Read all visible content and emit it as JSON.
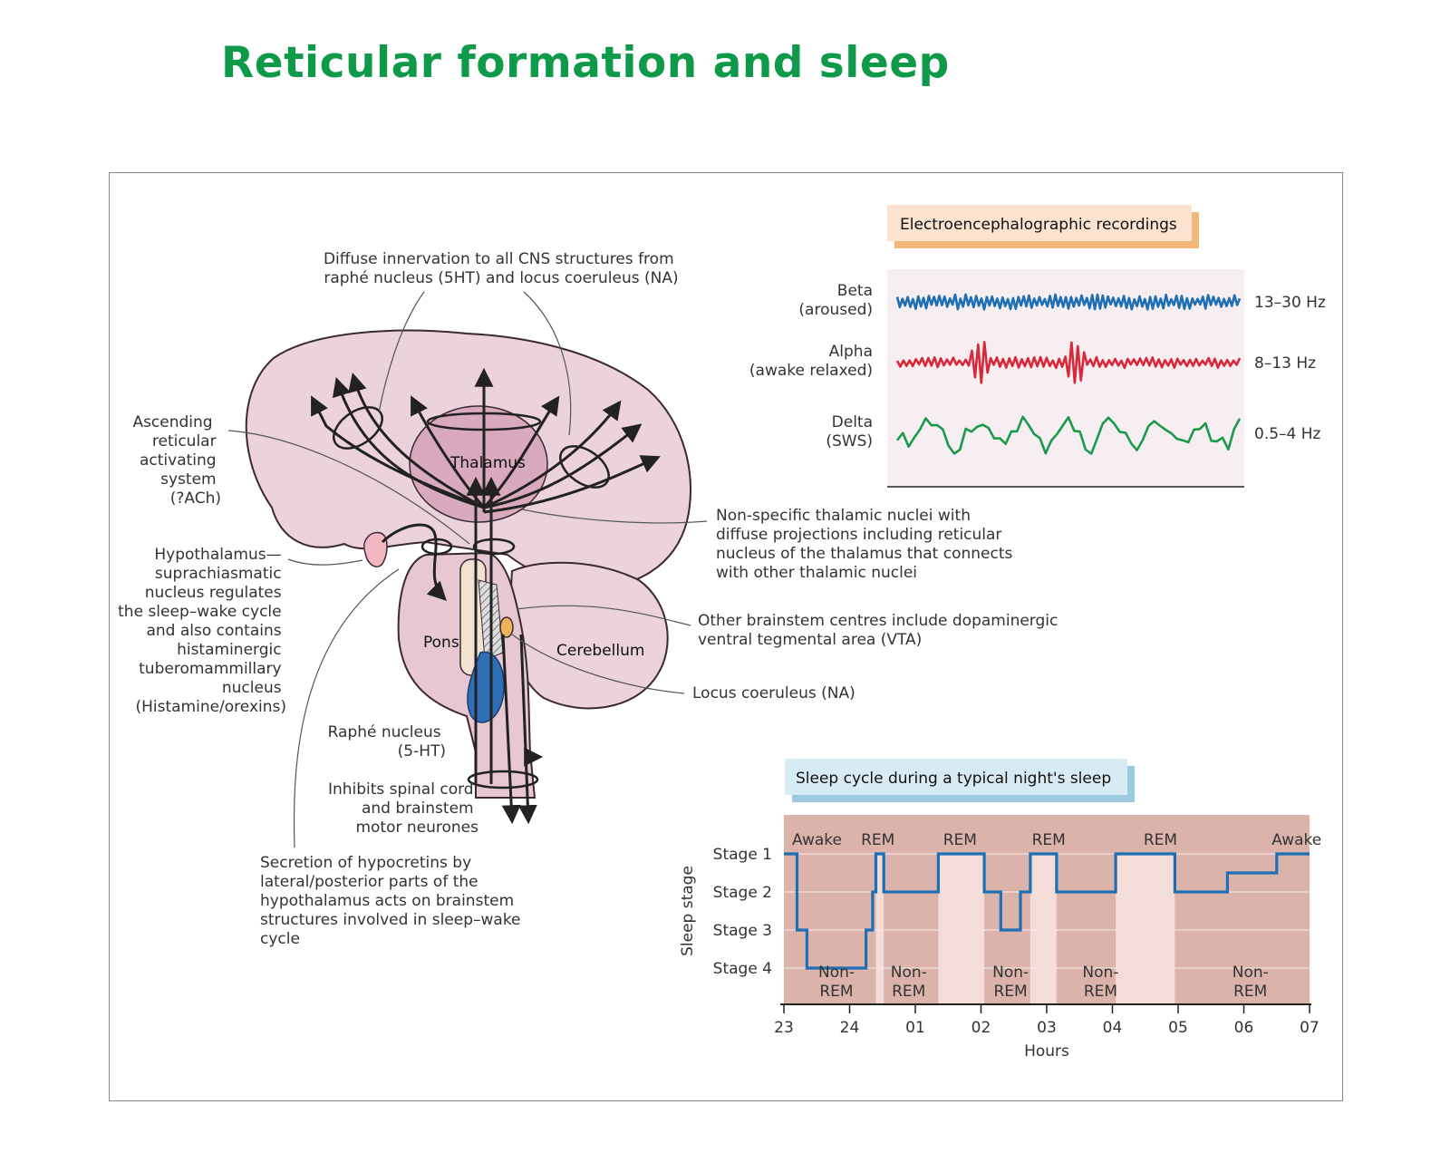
{
  "title": "Reticular formation and sleep",
  "colors": {
    "title": "#0f9a4a",
    "brain_fill": "#ecd2dc",
    "brain_stroke": "#3a2a30",
    "pons_fill": "#f1e2d2",
    "raphe_fill": "#2f6fb8",
    "locus_fill": "#f2b45a",
    "hypothalamus_fill": "#f2b7c3",
    "eeg_bg": "#f6eef1",
    "beta": "#1e6fb4",
    "alpha": "#d8283a",
    "delta": "#1a9a4a",
    "eeg_header_bg": "#fbe3cf",
    "eeg_header_shadow": "#f4b779",
    "sleep_header_bg": "#d7ebf4",
    "sleep_header_shadow": "#9ccbe0",
    "sleep_bg": "#dcb3ab",
    "rem_band": "#f4dcd8",
    "hypnogram": "#1e6fb4"
  },
  "brain": {
    "labels": {
      "thalamus": "Thalamus",
      "pons": "Pons",
      "cerebellum": "Cerebellum"
    },
    "annotations": {
      "diffuse": [
        "Diffuse innervation to all CNS structures from",
        "raphé nucleus (5HT) and locus coeruleus (NA)"
      ],
      "aras": [
        "Ascending",
        "reticular",
        "activating",
        "system",
        "(?ACh)"
      ],
      "hypothalamus": [
        "Hypothalamus—",
        "suprachiasmatic",
        "nucleus regulates",
        "the sleep–wake cycle",
        "and also contains",
        "histaminergic",
        "tuberomammillary",
        "nucleus",
        "(Histamine/orexins)"
      ],
      "nonspecific": [
        "Non-specific thalamic nuclei with",
        "diffuse projections including reticular",
        "nucleus of the thalamus that connects",
        "with other thalamic nuclei"
      ],
      "other_brainstem": [
        "Other brainstem centres include dopaminergic",
        "ventral tegmental area (VTA)"
      ],
      "locus": [
        "Locus coeruleus (NA)"
      ],
      "raphe": [
        "Raphé nucleus",
        "(5-HT)"
      ],
      "inhibits": [
        "Inhibits spinal cord",
        "and brainstem",
        "motor neurones"
      ],
      "hypocretins": [
        "Secretion of hypocretins by",
        "lateral/posterior parts of the",
        "hypothalamus acts on brainstem",
        "structures involved in sleep–wake",
        "cycle"
      ]
    }
  },
  "eeg": {
    "header": "Electroencephalographic recordings",
    "traces": [
      {
        "name": "Beta",
        "state": "(aroused)",
        "freq": "13–30 Hz",
        "color": "#1e6fb4"
      },
      {
        "name": "Alpha",
        "state": "(awake relaxed)",
        "freq": "8–13 Hz",
        "color": "#d8283a"
      },
      {
        "name": "Delta",
        "state": "(SWS)",
        "freq": "0.5–4 Hz",
        "color": "#1a9a4a"
      }
    ]
  },
  "chart_data": {
    "type": "line",
    "title": "Sleep cycle during a typical night's sleep",
    "xlabel": "Hours",
    "ylabel": "Sleep stage",
    "x_ticks": [
      "23",
      "24",
      "01",
      "02",
      "03",
      "04",
      "05",
      "06",
      "07"
    ],
    "y_ticks": [
      "Stage 1",
      "Stage 2",
      "Stage 3",
      "Stage 4"
    ],
    "x_range_hours": [
      0,
      8
    ],
    "y_range_stage": [
      1,
      4
    ],
    "series": [
      {
        "values_note_units": "x = hours after 23:00, y = stage (0 = awake, 1–4 = sleep stages)",
        "points": [
          [
            0,
            1
          ],
          [
            0.2,
            1
          ],
          [
            0.2,
            3
          ],
          [
            0.35,
            3
          ],
          [
            0.35,
            4
          ],
          [
            1.25,
            4
          ],
          [
            1.25,
            3
          ],
          [
            1.35,
            3
          ],
          [
            1.35,
            2
          ],
          [
            1.4,
            2
          ],
          [
            1.4,
            1
          ],
          [
            1.52,
            1
          ],
          [
            1.52,
            2
          ],
          [
            2.35,
            2
          ],
          [
            2.35,
            1
          ],
          [
            3.05,
            1
          ],
          [
            3.05,
            2
          ],
          [
            3.3,
            2
          ],
          [
            3.3,
            3
          ],
          [
            3.6,
            3
          ],
          [
            3.6,
            2
          ],
          [
            3.75,
            2
          ],
          [
            3.75,
            1
          ],
          [
            4.15,
            1
          ],
          [
            4.15,
            2
          ],
          [
            5.05,
            2
          ],
          [
            5.05,
            1
          ],
          [
            5.95,
            1
          ],
          [
            5.95,
            2
          ],
          [
            6.75,
            2
          ],
          [
            6.75,
            1.5
          ],
          [
            7.5,
            1.5
          ],
          [
            7.5,
            1
          ],
          [
            8,
            1
          ]
        ]
      }
    ],
    "stage_labels": [
      {
        "text": "Awake",
        "x": 0.4
      },
      {
        "text": "REM",
        "x": 1.45
      },
      {
        "text": "REM",
        "x": 2.7
      },
      {
        "text": "REM",
        "x": 4.05
      },
      {
        "text": "REM",
        "x": 5.75
      },
      {
        "text": "Awake",
        "x": 7.7
      }
    ],
    "rem_bands": [
      [
        1.4,
        1.52
      ],
      [
        2.35,
        3.05
      ],
      [
        3.75,
        4.15
      ],
      [
        5.05,
        5.95
      ]
    ],
    "nonrem_labels": [
      {
        "line1": "Non-",
        "line2": "REM",
        "x": 0.8
      },
      {
        "line1": "Non-",
        "line2": "REM",
        "x": 1.9
      },
      {
        "line1": "Non-",
        "line2": "REM",
        "x": 3.45
      },
      {
        "line1": "Non-",
        "line2": "REM",
        "x": 4.82
      },
      {
        "line1": "Non-",
        "line2": "REM",
        "x": 7.1
      }
    ]
  }
}
